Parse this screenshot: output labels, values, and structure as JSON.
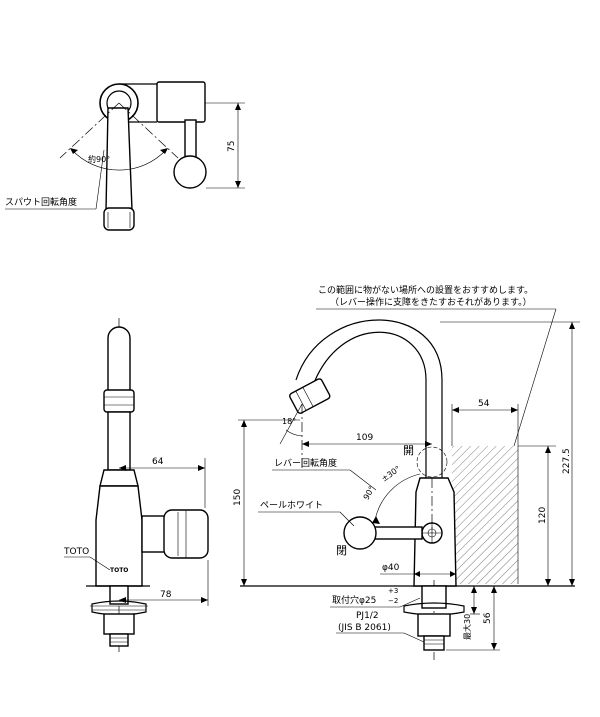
{
  "top_view": {
    "rotation_angle": "約90°",
    "spout_label": "スパウト回転角度",
    "dim_75": "75"
  },
  "front_view": {
    "brand_label": "TOTO",
    "brand_mark": "TOTO",
    "dim_64": "64",
    "dim_78": "78",
    "dim_150": "150"
  },
  "side_view": {
    "note_line1": "この範囲に物がない場所への設置をおすすめします。",
    "note_line2": "（レバー操作に支障をきたすおそれがあります。）",
    "angle_18": "18°",
    "dim_109": "109",
    "open_label": "開",
    "close_label": "閉",
    "lever_angle_label": "レバー回転角度",
    "angle_90": "90°",
    "angle_tol": "±30°",
    "color_label": "ペールホワイト",
    "dia_40": "φ40",
    "hole_label": "取付穴φ25",
    "tol_plus": "+3",
    "tol_minus": "−2",
    "thread_label": "PJ1/2",
    "std_label": "(JIS B 2061)",
    "dim_54": "54",
    "dim_120": "120",
    "dim_227": "227.5",
    "dim_56": "56",
    "dim_max30": "最大30"
  }
}
